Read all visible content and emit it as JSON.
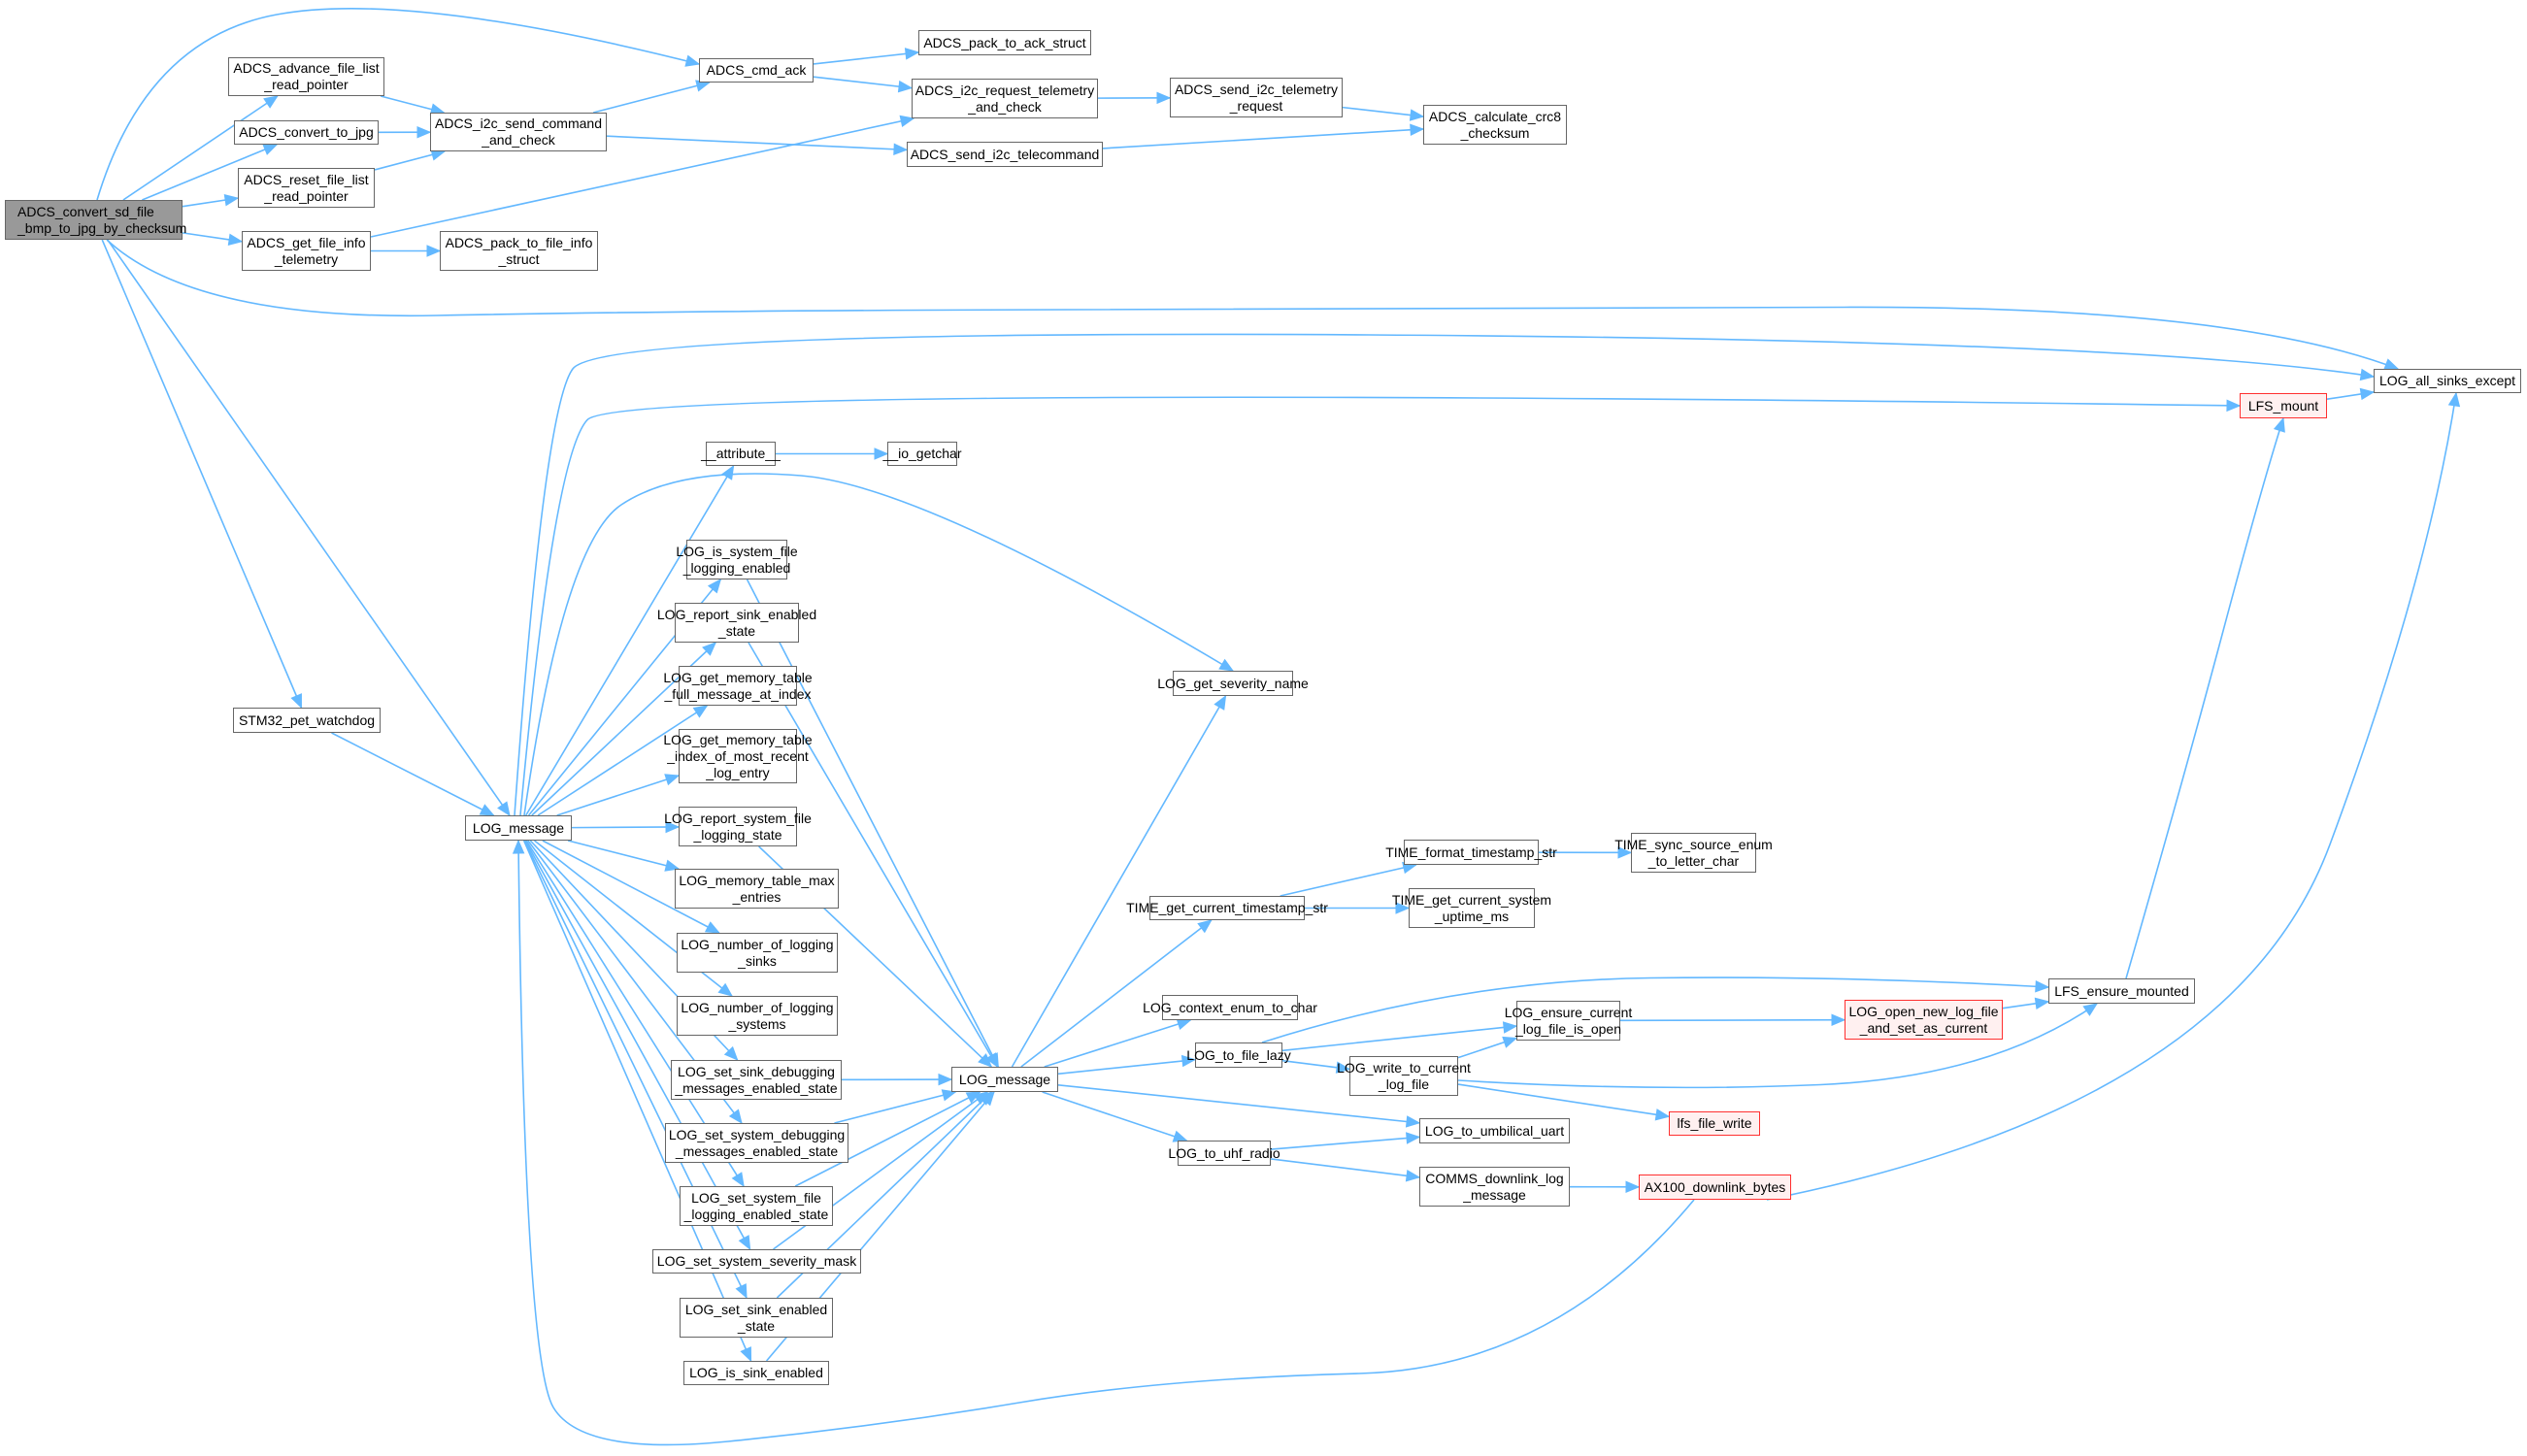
{
  "diagram": {
    "type": "call-graph",
    "colors": {
      "edge": "#63b8ff",
      "node_border": "#666666",
      "root_fill": "#999999",
      "truncated_border": "#ff3030",
      "truncated_fill": "#fff0f0"
    },
    "nodes": [
      {
        "id": "root",
        "lines": [
          "ADCS_convert_sd_file",
          "_bmp_to_jpg_by_checksum"
        ],
        "kind": "root"
      },
      {
        "id": "adv",
        "lines": [
          "ADCS_advance_file_list",
          "_read_pointer"
        ],
        "kind": "normal"
      },
      {
        "id": "cjpg",
        "lines": [
          "ADCS_convert_to_jpg"
        ],
        "kind": "normal"
      },
      {
        "id": "reset",
        "lines": [
          "ADCS_reset_file_list",
          "_read_pointer"
        ],
        "kind": "normal"
      },
      {
        "id": "gfi",
        "lines": [
          "ADCS_get_file_info",
          "_telemetry"
        ],
        "kind": "normal"
      },
      {
        "id": "pfi",
        "lines": [
          "ADCS_pack_to_file_info",
          "_struct"
        ],
        "kind": "normal"
      },
      {
        "id": "i2csend",
        "lines": [
          "ADCS_i2c_send_command",
          "_and_check"
        ],
        "kind": "normal"
      },
      {
        "id": "cmdack",
        "lines": [
          "ADCS_cmd_ack"
        ],
        "kind": "normal"
      },
      {
        "id": "packack",
        "lines": [
          "ADCS_pack_to_ack_struct"
        ],
        "kind": "normal"
      },
      {
        "id": "i2creq",
        "lines": [
          "ADCS_i2c_request_telemetry",
          "_and_check"
        ],
        "kind": "normal"
      },
      {
        "id": "sendtelreq",
        "lines": [
          "ADCS_send_i2c_telemetry",
          "_request"
        ],
        "kind": "normal"
      },
      {
        "id": "sendtc",
        "lines": [
          "ADCS_send_i2c_telecommand"
        ],
        "kind": "normal"
      },
      {
        "id": "crc8",
        "lines": [
          "ADCS_calculate_crc8",
          "_checksum"
        ],
        "kind": "normal"
      },
      {
        "id": "allsinks",
        "lines": [
          "LOG_all_sinks_except"
        ],
        "kind": "normal"
      },
      {
        "id": "lfsmount",
        "lines": [
          "LFS_mount"
        ],
        "kind": "truncated"
      },
      {
        "id": "attr",
        "lines": [
          "__attribute__"
        ],
        "kind": "normal"
      },
      {
        "id": "getchar",
        "lines": [
          "__io_getchar"
        ],
        "kind": "normal"
      },
      {
        "id": "issysfile",
        "lines": [
          "LOG_is_system_file",
          "_logging_enabled"
        ],
        "kind": "normal"
      },
      {
        "id": "repsink",
        "lines": [
          "LOG_report_sink_enabled",
          "_state"
        ],
        "kind": "normal"
      },
      {
        "id": "memfull",
        "lines": [
          "LOG_get_memory_table",
          "_full_message_at_index"
        ],
        "kind": "normal"
      },
      {
        "id": "memidx",
        "lines": [
          "LOG_get_memory_table",
          "_index_of_most_recent",
          "_log_entry"
        ],
        "kind": "normal"
      },
      {
        "id": "repsysfile",
        "lines": [
          "LOG_report_system_file",
          "_logging_state"
        ],
        "kind": "normal"
      },
      {
        "id": "memmax",
        "lines": [
          "LOG_memory_table_max",
          "_entries"
        ],
        "kind": "normal"
      },
      {
        "id": "numsinks",
        "lines": [
          "LOG_number_of_logging",
          "_sinks"
        ],
        "kind": "normal"
      },
      {
        "id": "numsys",
        "lines": [
          "LOG_number_of_logging",
          "_systems"
        ],
        "kind": "normal"
      },
      {
        "id": "setsinkdbg",
        "lines": [
          "LOG_set_sink_debugging",
          "_messages_enabled_state"
        ],
        "kind": "normal"
      },
      {
        "id": "setsysdbg",
        "lines": [
          "LOG_set_system_debugging",
          "_messages_enabled_state"
        ],
        "kind": "normal"
      },
      {
        "id": "setsysfile",
        "lines": [
          "LOG_set_system_file",
          "_logging_enabled_state"
        ],
        "kind": "normal"
      },
      {
        "id": "setsev",
        "lines": [
          "LOG_set_system_severity_mask"
        ],
        "kind": "normal"
      },
      {
        "id": "setsinken",
        "lines": [
          "LOG_set_sink_enabled",
          "_state"
        ],
        "kind": "normal"
      },
      {
        "id": "issinken",
        "lines": [
          "LOG_is_sink_enabled"
        ],
        "kind": "normal"
      },
      {
        "id": "wdog",
        "lines": [
          "STM32_pet_watchdog"
        ],
        "kind": "normal"
      },
      {
        "id": "logmsg1",
        "lines": [
          "LOG_message"
        ],
        "kind": "normal"
      },
      {
        "id": "logmsg2",
        "lines": [
          "LOG_message"
        ],
        "kind": "normal"
      },
      {
        "id": "sevname",
        "lines": [
          "LOG_get_severity_name"
        ],
        "kind": "normal"
      },
      {
        "id": "tsstr",
        "lines": [
          "TIME_get_current_timestamp_str"
        ],
        "kind": "normal"
      },
      {
        "id": "fmtts",
        "lines": [
          "TIME_format_timestamp_str"
        ],
        "kind": "normal"
      },
      {
        "id": "syncsrc",
        "lines": [
          "TIME_sync_source_enum",
          "_to_letter_char"
        ],
        "kind": "normal"
      },
      {
        "id": "uptime",
        "lines": [
          "TIME_get_current_system",
          "_uptime_ms"
        ],
        "kind": "normal"
      },
      {
        "id": "ctxenum",
        "lines": [
          "LOG_context_enum_to_char"
        ],
        "kind": "normal"
      },
      {
        "id": "filelazy",
        "lines": [
          "LOG_to_file_lazy"
        ],
        "kind": "normal"
      },
      {
        "id": "writecur",
        "lines": [
          "LOG_write_to_current",
          "_log_file"
        ],
        "kind": "normal"
      },
      {
        "id": "ensureopen",
        "lines": [
          "LOG_ensure_current",
          "_log_file_is_open"
        ],
        "kind": "normal"
      },
      {
        "id": "opennew",
        "lines": [
          "LOG_open_new_log_file",
          "_and_set_as_current"
        ],
        "kind": "truncated"
      },
      {
        "id": "lfsensure",
        "lines": [
          "LFS_ensure_mounted"
        ],
        "kind": "normal"
      },
      {
        "id": "lfswrite",
        "lines": [
          "lfs_file_write"
        ],
        "kind": "truncated"
      },
      {
        "id": "umb",
        "lines": [
          "LOG_to_umbilical_uart"
        ],
        "kind": "normal"
      },
      {
        "id": "uhf",
        "lines": [
          "LOG_to_uhf_radio"
        ],
        "kind": "normal"
      },
      {
        "id": "commsdl",
        "lines": [
          "COMMS_downlink_log",
          "_message"
        ],
        "kind": "normal"
      },
      {
        "id": "ax100",
        "lines": [
          "AX100_downlink_bytes"
        ],
        "kind": "truncated"
      }
    ],
    "edges": [
      [
        "root",
        "cmdack"
      ],
      [
        "root",
        "adv"
      ],
      [
        "root",
        "cjpg"
      ],
      [
        "root",
        "reset"
      ],
      [
        "root",
        "gfi"
      ],
      [
        "root",
        "allsinks"
      ],
      [
        "root",
        "wdog"
      ],
      [
        "root",
        "logmsg1"
      ],
      [
        "adv",
        "i2csend"
      ],
      [
        "cjpg",
        "i2csend"
      ],
      [
        "reset",
        "i2csend"
      ],
      [
        "gfi",
        "i2creq"
      ],
      [
        "gfi",
        "pfi"
      ],
      [
        "i2csend",
        "cmdack"
      ],
      [
        "i2csend",
        "sendtc"
      ],
      [
        "cmdack",
        "packack"
      ],
      [
        "cmdack",
        "i2creq"
      ],
      [
        "i2creq",
        "sendtelreq"
      ],
      [
        "sendtelreq",
        "crc8"
      ],
      [
        "sendtc",
        "crc8"
      ],
      [
        "wdog",
        "logmsg1"
      ],
      [
        "logmsg1",
        "allsinks"
      ],
      [
        "logmsg1",
        "lfsmount"
      ],
      [
        "logmsg1",
        "attr"
      ],
      [
        "logmsg1",
        "sevname"
      ],
      [
        "logmsg1",
        "issysfile"
      ],
      [
        "logmsg1",
        "repsink"
      ],
      [
        "logmsg1",
        "memfull"
      ],
      [
        "logmsg1",
        "memidx"
      ],
      [
        "logmsg1",
        "repsysfile"
      ],
      [
        "logmsg1",
        "memmax"
      ],
      [
        "logmsg1",
        "numsinks"
      ],
      [
        "logmsg1",
        "numsys"
      ],
      [
        "logmsg1",
        "setsinkdbg"
      ],
      [
        "logmsg1",
        "setsysdbg"
      ],
      [
        "logmsg1",
        "setsysfile"
      ],
      [
        "logmsg1",
        "setsev"
      ],
      [
        "logmsg1",
        "setsinken"
      ],
      [
        "logmsg1",
        "issinken"
      ],
      [
        "attr",
        "getchar"
      ],
      [
        "issysfile",
        "logmsg2"
      ],
      [
        "repsink",
        "logmsg2"
      ],
      [
        "repsysfile",
        "logmsg2"
      ],
      [
        "setsinkdbg",
        "logmsg2"
      ],
      [
        "setsysdbg",
        "logmsg2"
      ],
      [
        "setsysfile",
        "logmsg2"
      ],
      [
        "setsev",
        "logmsg2"
      ],
      [
        "setsinken",
        "logmsg2"
      ],
      [
        "issinken",
        "logmsg2"
      ],
      [
        "lfsmount",
        "allsinks"
      ],
      [
        "logmsg2",
        "sevname"
      ],
      [
        "logmsg2",
        "tsstr"
      ],
      [
        "logmsg2",
        "ctxenum"
      ],
      [
        "logmsg2",
        "filelazy"
      ],
      [
        "logmsg2",
        "umb"
      ],
      [
        "logmsg2",
        "uhf"
      ],
      [
        "tsstr",
        "fmtts"
      ],
      [
        "tsstr",
        "uptime"
      ],
      [
        "fmtts",
        "syncsrc"
      ],
      [
        "filelazy",
        "lfsensure"
      ],
      [
        "filelazy",
        "ensureopen"
      ],
      [
        "filelazy",
        "writecur"
      ],
      [
        "writecur",
        "ensureopen"
      ],
      [
        "writecur",
        "lfsensure"
      ],
      [
        "writecur",
        "lfswrite"
      ],
      [
        "ensureopen",
        "opennew"
      ],
      [
        "opennew",
        "lfsensure"
      ],
      [
        "lfsensure",
        "lfsmount"
      ],
      [
        "uhf",
        "umb"
      ],
      [
        "uhf",
        "commsdl"
      ],
      [
        "commsdl",
        "ax100"
      ],
      [
        "ax100",
        "allsinks"
      ],
      [
        "ax100",
        "logmsg1"
      ]
    ]
  }
}
